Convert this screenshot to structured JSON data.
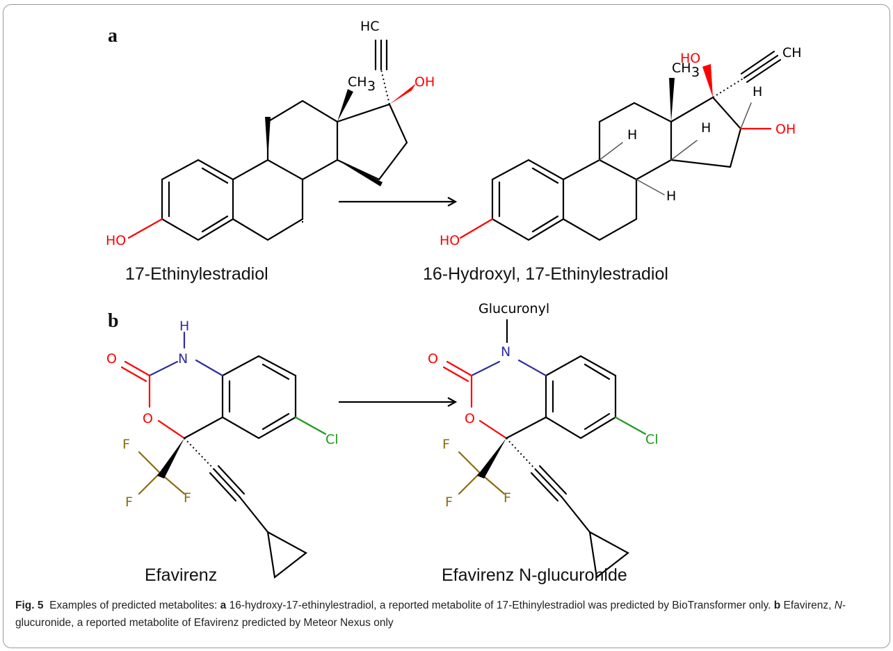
{
  "panels": {
    "a": {
      "label": "a",
      "substrate_name": "17-Ethinylestradiol",
      "product_name": "16-Hydroxyl, 17-Ethinylestradiol",
      "substrate_atoms": {
        "hc": "HC",
        "ch3": "CH",
        "ch3_sub": "3",
        "oh": "OH",
        "ho": "HO"
      },
      "product_atoms": {
        "ho_top": "HO",
        "ch": "CH",
        "ch3": "CH",
        "ch3_sub": "3",
        "h1": "H",
        "h2": "H",
        "h3": "H",
        "h4": "H",
        "oh": "OH",
        "ho": "HO"
      }
    },
    "b": {
      "label": "b",
      "substrate_name": "Efavirenz",
      "product_name": "Efavirenz N-glucuronide",
      "substrate_atoms": {
        "h": "H",
        "n": "N",
        "o_carbonyl": "O",
        "o_ring": "O",
        "cl": "Cl",
        "f1": "F",
        "f2": "F",
        "f3": "F"
      },
      "product_atoms": {
        "glucuronyl": "Glucuronyl",
        "n": "N",
        "o_carbonyl": "O",
        "o_ring": "O",
        "cl": "Cl",
        "f1": "F",
        "f2": "F",
        "f3": "F"
      }
    }
  },
  "caption": {
    "fig_label": "Fig. 5",
    "intro": "Examples of predicted metabolites: ",
    "a_label": "a",
    "a_text": " 16-hydroxy-17-ethinylestradiol, a reported metabolite of 17-Ethinylestradiol was predicted by BioTransformer only. ",
    "b_label": "b",
    "b_text_1": " Efavirenz, ",
    "b_italic": "N",
    "b_text_2": "-glucuronide, a reported metabolite of Efavirenz predicted by Meteor Nexus only"
  },
  "colors": {
    "oxygen": "#ff0000",
    "nitrogen": "#2e2e9e",
    "chlorine": "#1a9a1a",
    "fluorine": "#8b6a10",
    "bond": "#000000"
  }
}
